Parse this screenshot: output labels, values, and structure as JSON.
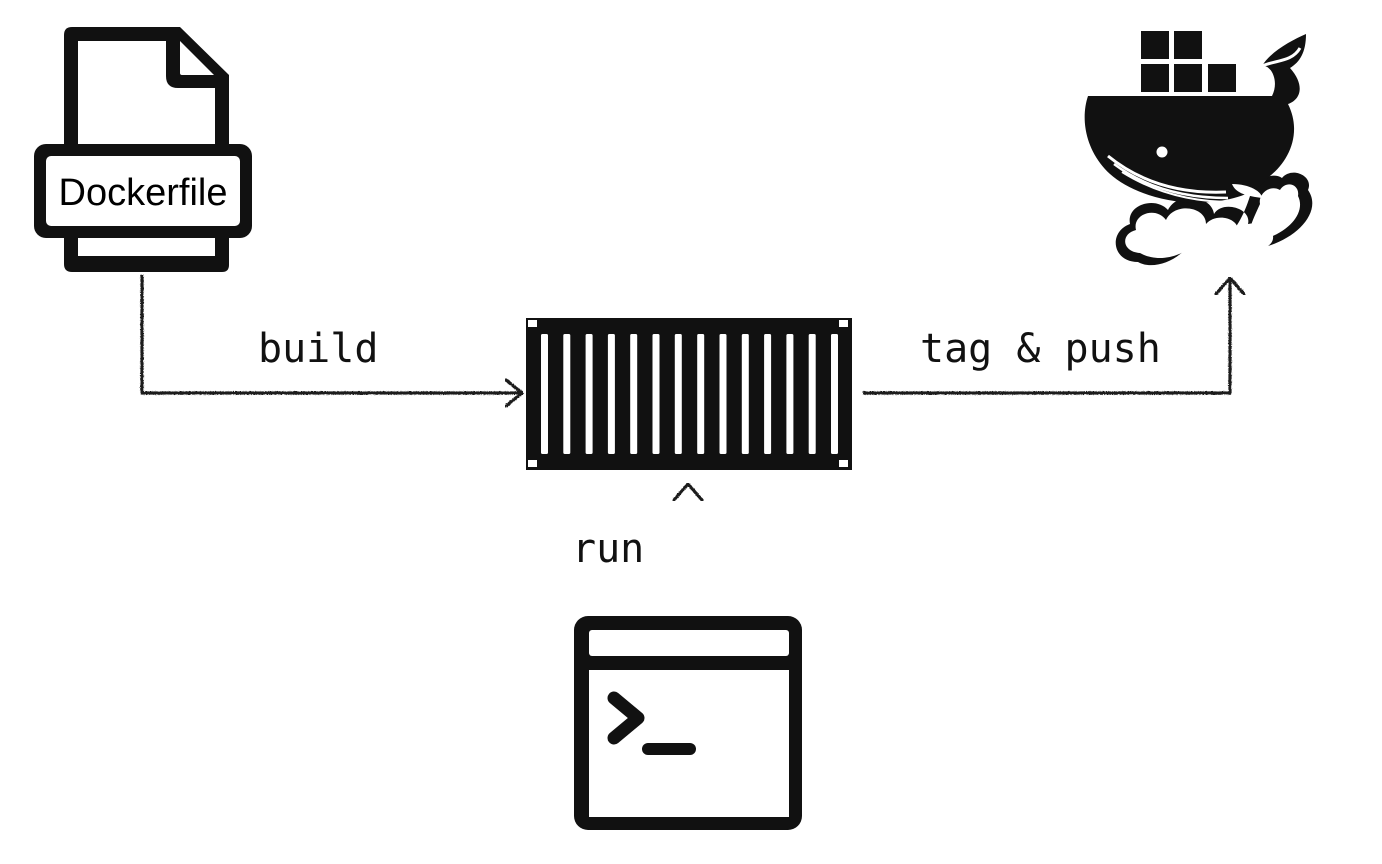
{
  "nodes": {
    "dockerfile": {
      "label": "Dockerfile",
      "icon": "document-icon"
    },
    "container": {
      "icon": "shipping-container-icon"
    },
    "registry": {
      "icon": "docker-whale-cloud-icon"
    },
    "terminal": {
      "icon": "terminal-icon",
      "prompt_glyph": "prompt-chevron-icon"
    }
  },
  "edges": {
    "build": {
      "label": "build",
      "from": "dockerfile",
      "to": "container"
    },
    "tag_push": {
      "label": "tag & push",
      "from": "container",
      "to": "registry"
    },
    "run": {
      "label": "run",
      "from": "terminal",
      "to": "container"
    }
  },
  "colors": {
    "ink": "#111111",
    "background": "#ffffff"
  }
}
